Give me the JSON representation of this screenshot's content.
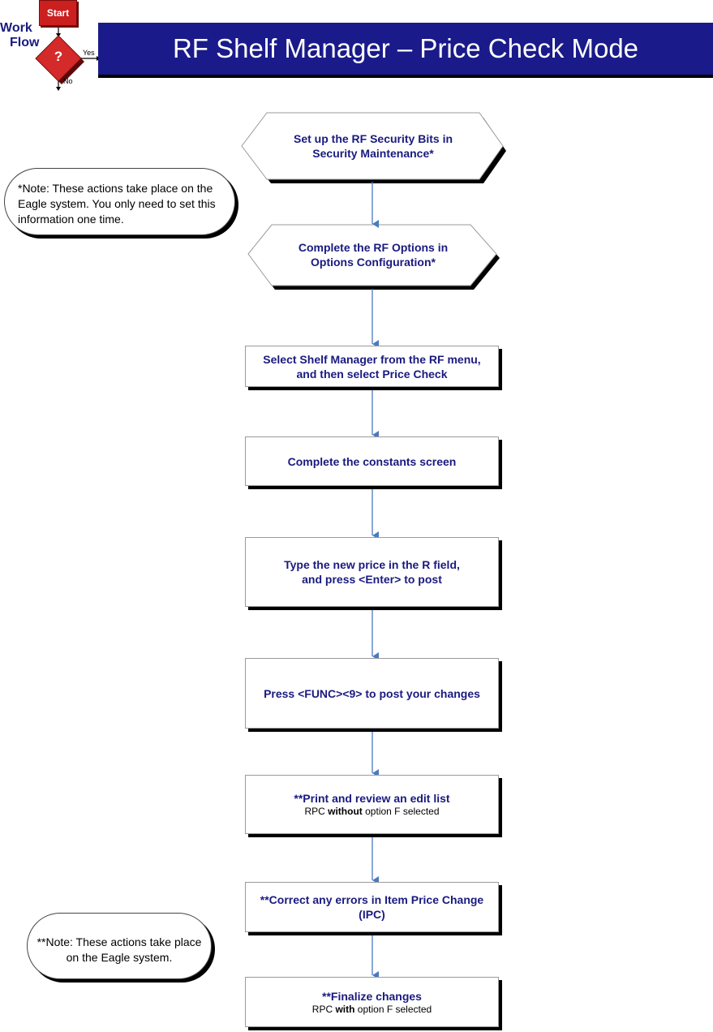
{
  "logo": {
    "start_label": "Start",
    "title_line1": "Work",
    "title_line2": "Flow",
    "decision_symbol": "?",
    "yes_label": "Yes",
    "no_label": "No"
  },
  "header": {
    "title": "RF Shelf Manager – Price Check Mode"
  },
  "notes": [
    {
      "text": "*Note: These actions take place on the Eagle system. You only need to set this information one time."
    },
    {
      "text": "**Note: These actions take place on the Eagle system."
    }
  ],
  "steps": [
    {
      "shape": "hexagon",
      "title": "Set up the RF Security Bits in Security Maintenance*"
    },
    {
      "shape": "hexagon",
      "title": "Complete the RF Options in Options Configuration*"
    },
    {
      "shape": "box",
      "title": "Select Shelf Manager from the RF menu, and then select Price Check"
    },
    {
      "shape": "box",
      "title": "Complete the constants screen"
    },
    {
      "shape": "box",
      "title": "Type the new price in the R field, and press <Enter> to post"
    },
    {
      "shape": "box",
      "title": "Press <FUNC><9> to post your changes"
    },
    {
      "shape": "box",
      "title": "**Print and review an edit list",
      "sub_pre": "RPC ",
      "sub_bold": "without",
      "sub_post": " option F selected"
    },
    {
      "shape": "box",
      "title": "**Correct any errors in Item Price Change (IPC)"
    },
    {
      "shape": "box",
      "title": "**Finalize changes",
      "sub_pre": "RPC ",
      "sub_bold": "with",
      "sub_post": " option F selected"
    }
  ],
  "colors": {
    "navy": "#1a1a8a",
    "text_navy": "#1a1a80",
    "connector": "#4a7ac0",
    "start_red": "#cc1f1f"
  }
}
